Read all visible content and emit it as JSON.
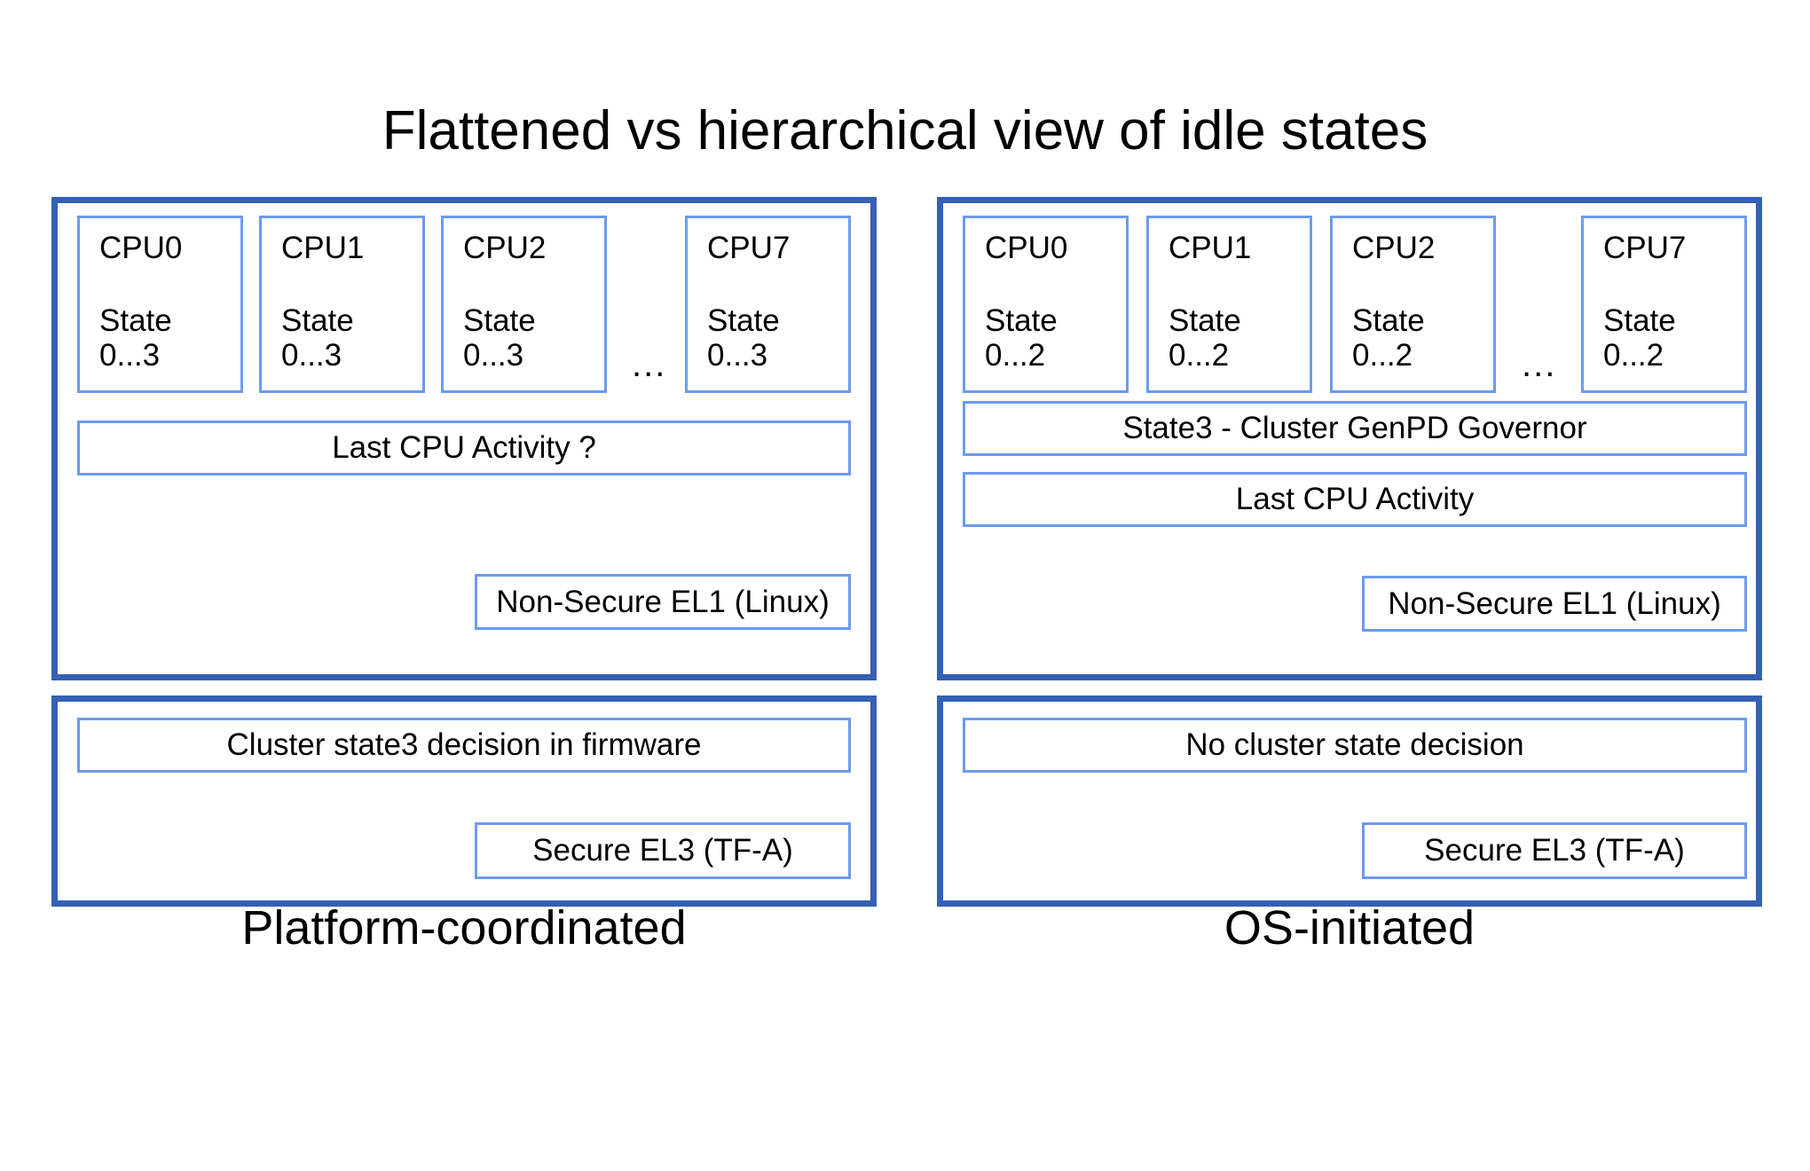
{
  "title": "Flattened vs hierarchical view of idle states",
  "colors": {
    "panel_border": "#3560B4",
    "box_border": "#6C9BEC",
    "background": "#FFFFFF",
    "text": "#000000"
  },
  "ellipsis": "...",
  "left": {
    "caption": "Platform-coordinated",
    "os_panel": {
      "cpus": [
        {
          "name": "CPU0",
          "state": "State\n0...3"
        },
        {
          "name": "CPU1",
          "state": "State\n0...3"
        },
        {
          "name": "CPU2",
          "state": "State\n0...3"
        },
        {
          "name": "CPU7",
          "state": "State\n0...3"
        }
      ],
      "last_cpu_activity": "Last CPU Activity ?",
      "exception_level": "Non-Secure EL1 (Linux)"
    },
    "fw_panel": {
      "decision": "Cluster state3 decision in firmware",
      "exception_level": "Secure EL3 (TF-A)"
    }
  },
  "right": {
    "caption": "OS-initiated",
    "os_panel": {
      "cpus": [
        {
          "name": "CPU0",
          "state": "State\n0...2"
        },
        {
          "name": "CPU1",
          "state": "State\n0...2"
        },
        {
          "name": "CPU2",
          "state": "State\n0...2"
        },
        {
          "name": "CPU7",
          "state": "State\n0...2"
        }
      ],
      "cluster_governor": "State3 - Cluster GenPD Governor",
      "last_cpu_activity": "Last CPU Activity",
      "exception_level": "Non-Secure EL1 (Linux)"
    },
    "fw_panel": {
      "decision": "No cluster state decision",
      "exception_level": "Secure EL3 (TF-A)"
    }
  }
}
